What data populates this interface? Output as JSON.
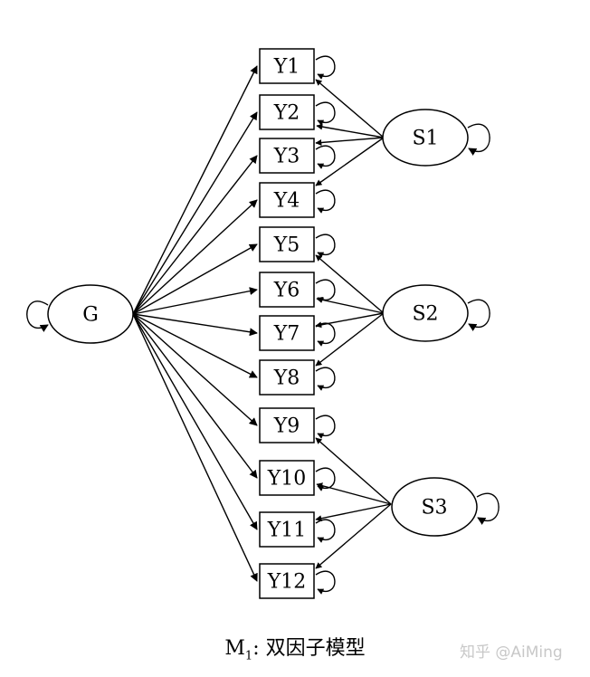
{
  "general_factor": {
    "label": "G"
  },
  "specific_factors": [
    {
      "label": "S1",
      "indicators": [
        0,
        1,
        2,
        3
      ]
    },
    {
      "label": "S2",
      "indicators": [
        4,
        5,
        6,
        7
      ]
    },
    {
      "label": "S3",
      "indicators": [
        8,
        9,
        10,
        11
      ]
    }
  ],
  "indicators": [
    "Y1",
    "Y2",
    "Y3",
    "Y4",
    "Y5",
    "Y6",
    "Y7",
    "Y8",
    "Y9",
    "Y10",
    "Y11",
    "Y12"
  ],
  "caption": {
    "model": "M",
    "subscript": "1",
    "text": ": 双因子模型"
  },
  "watermark": "知乎 @AiMing"
}
